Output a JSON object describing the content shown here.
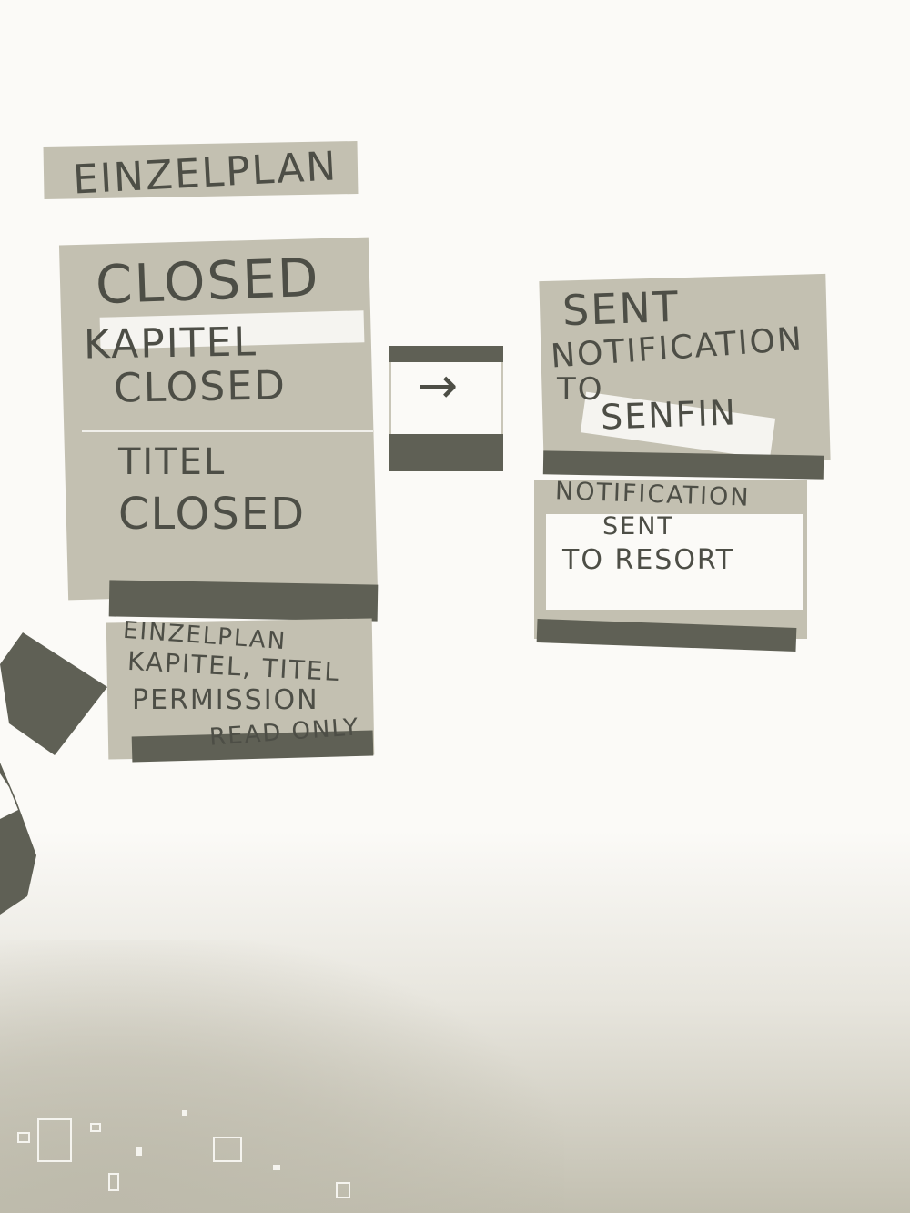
{
  "scene": {
    "colors": {
      "paper": "#fbfaf7",
      "note_grey": "#c3c0b1",
      "dark": "#5f6055",
      "ink": "#4d4e46"
    },
    "notes": {
      "title": "EINZELPLAN",
      "left_stack": {
        "line1": "CLOSED",
        "line2": "KAPITEL",
        "line3": "CLOSED",
        "line4": "TITEL",
        "line5": "CLOSED"
      },
      "arrow": "→",
      "right_top": {
        "line1": "SENT",
        "line2": "NOTIFICATION",
        "line3": "TO",
        "line4": "SENFIN"
      },
      "right_bottom": {
        "line1": "NOTIFICATION",
        "line2": "SENT",
        "line3": "TO RESORT"
      },
      "permission": {
        "line1": "EINZELPLAN",
        "line2": "KAPITEL, TITEL",
        "line3": "PERMISSION",
        "line4": "READ ONLY"
      }
    }
  }
}
